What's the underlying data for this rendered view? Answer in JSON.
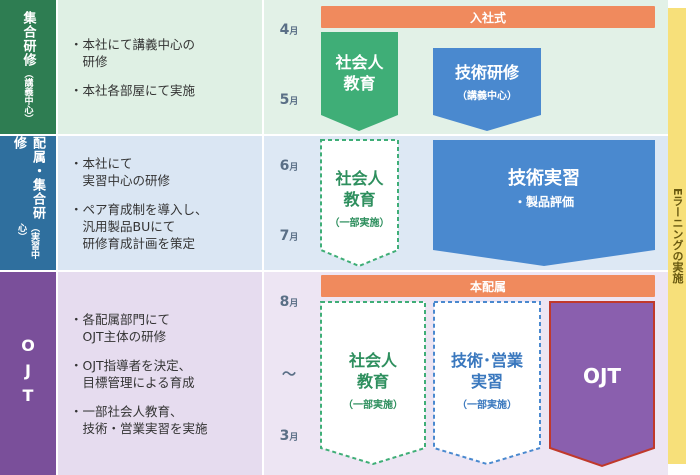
{
  "phases": [
    {
      "label_main": "集合研修",
      "label_sub": "（講義中心）",
      "items": [
        "・本社にて講義中心の\n　研修",
        "・本社各部屋にて実施"
      ]
    },
    {
      "label_main": "配属・集合研修",
      "label_sub": "（実習中心）",
      "items": [
        "・本社にて\n　実習中心の研修",
        "・ペア育成制を導入し、\n　汎用製品BUにて\n　研修育成計画を策定"
      ]
    },
    {
      "label_main": "OJT",
      "label_sub": "",
      "items": [
        "・各配属部門にて\n　OJT主体の研修",
        "・OJT指導者を決定、\n　目標管理による育成",
        "・一部社会人教育、\n　技術・営業実習を実施"
      ]
    }
  ],
  "months": {
    "m4": "4",
    "m5": "5",
    "m6": "6",
    "m7": "7",
    "m8": "8",
    "tilde": "〜",
    "m3": "3",
    "unit": "月"
  },
  "banners": {
    "nyusha": "入社式",
    "haizoku": "本配属"
  },
  "boxes": {
    "shakaijin_main": "社会人\n教育",
    "gijutsu_kenshu": "技術研修",
    "gijutsu_kenshu_sub": "（講義中心）",
    "shakaijin_partial": "社会人\n教育",
    "partial_label": "（一部実施）",
    "gijutsu_jisshu": "技術実習",
    "gijutsu_jisshu_sub": "・製品評価",
    "shakaijin_partial2": "社会人\n教育",
    "partial_label2": "（一部実施）",
    "eigyo": "技術･営業\n実習",
    "partial_label3": "（一部実施）",
    "ojt": "OJT"
  },
  "elearning": "Eラーニングの実施",
  "colors": {
    "phase1": "#2e7d52",
    "phase2": "#2f6f9e",
    "phase3": "#7a4f9a",
    "green": "#3fae77",
    "blue": "#4a89cf",
    "orange": "#f08a5d",
    "purple": "#8a5fae",
    "ojt_border": "#c0392b"
  }
}
